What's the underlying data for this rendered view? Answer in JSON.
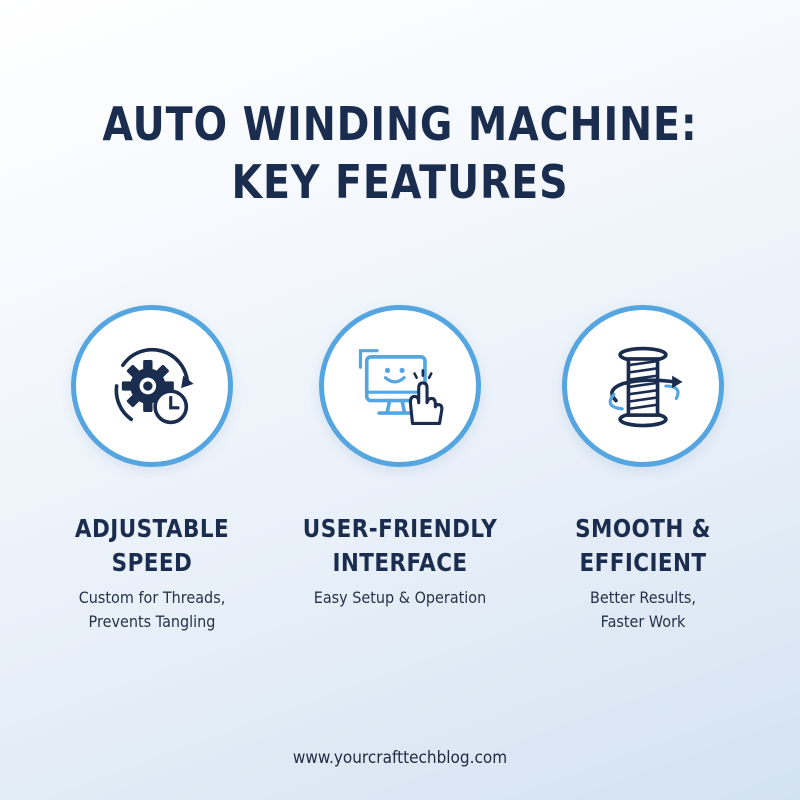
{
  "title": {
    "line1": "AUTO WINDING MACHINE:",
    "line2": "KEY FEATURES"
  },
  "features": [
    {
      "icon": "gear-clock-icon",
      "title_line1": "ADJUSTABLE",
      "title_line2": "SPEED",
      "desc_line1": "Custom for Threads,",
      "desc_line2": "Prevents Tangling"
    },
    {
      "icon": "monitor-touch-icon",
      "title_line1": "USER-FRIENDLY",
      "title_line2": "INTERFACE",
      "desc_line1": "Easy Setup & Operation",
      "desc_line2": ""
    },
    {
      "icon": "thread-spool-icon",
      "title_line1": "SMOOTH &",
      "title_line2": "EFFICIENT",
      "desc_line1": "Better Results,",
      "desc_line2": "Faster Work"
    }
  ],
  "footer": {
    "url": "www.yourcrafttechblog.com"
  },
  "colors": {
    "navy": "#1b2d4e",
    "accent_blue": "#55a6e0",
    "background_light": "#ffffff",
    "background_dark": "#d3e2f1"
  }
}
